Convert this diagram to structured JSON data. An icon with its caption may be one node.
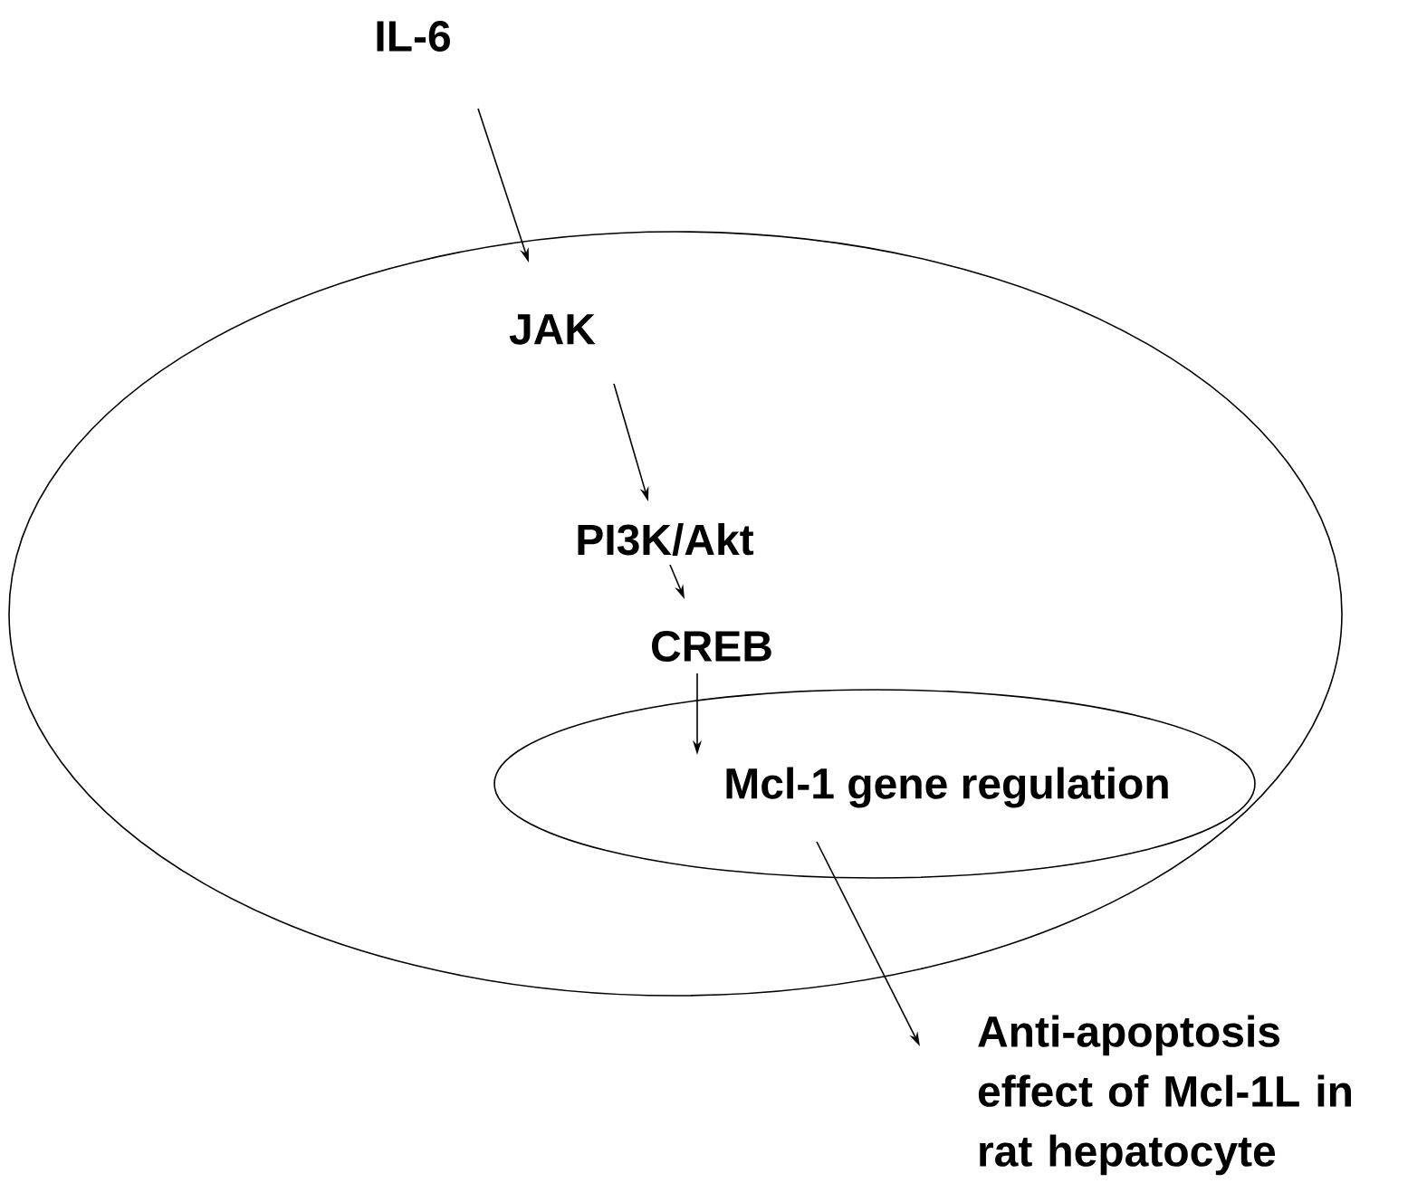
{
  "diagram": {
    "nodes": [
      {
        "text": [],
        "shape": "ellipse"
      },
      {
        "text": [
          "IL-6"
        ]
      },
      {
        "text": [
          "JAK"
        ],
        "in": 0
      },
      {
        "text": [
          "PI3K/Akt"
        ],
        "in": 0
      },
      {
        "text": [
          "CREB"
        ],
        "in": 0
      },
      {
        "text": [
          "Mcl-1 gene regulation"
        ],
        "in": 0
      },
      {
        "text": [
          "Anti-apoptosis effect of Mcl-1L in rat hepatocyte"
        ]
      }
    ],
    "edges": [
      {
        "from": 1,
        "to": 2,
        "arrow": "to"
      },
      {
        "from": 2,
        "to": 3,
        "arrow": "to"
      },
      {
        "from": 3,
        "to": 4,
        "arrow": "to"
      },
      {
        "from": 4,
        "to": 5,
        "arrow": "to"
      },
      {
        "from": 5,
        "to": 6,
        "arrow": "to"
      }
    ]
  }
}
